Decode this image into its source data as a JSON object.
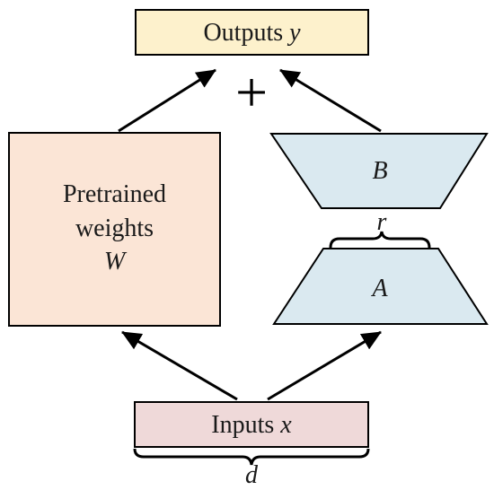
{
  "outputs": {
    "label": "Outputs",
    "var": "y",
    "fill": "#fdf1cc"
  },
  "plus": {
    "symbol": "+"
  },
  "pretrained": {
    "line1": "Pretrained",
    "line2": "weights",
    "var": "W",
    "fill": "#fbe5d6"
  },
  "matrix_b": {
    "var": "B",
    "fill": "#dae9f0"
  },
  "matrix_a": {
    "var": "A",
    "fill": "#dae9f0"
  },
  "rank": {
    "var": "r"
  },
  "inputs": {
    "label": "Inputs",
    "var": "x",
    "fill": "#efd9d9"
  },
  "dim": {
    "var": "d"
  },
  "colors": {
    "stroke": "#000000",
    "text": "#1a1a1a"
  }
}
